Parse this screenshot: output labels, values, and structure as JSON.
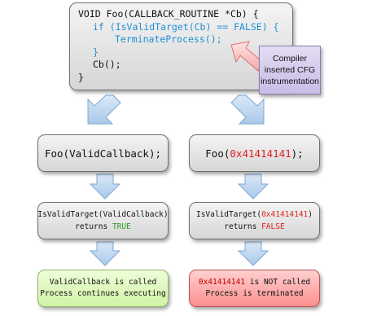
{
  "code": {
    "line1": "VOID Foo(CALLBACK_ROUTINE *Cb) {",
    "line2": "if (IsValidTarget(Cb) == FALSE) {",
    "line3": "TerminateProcess();",
    "line4": "}",
    "line5": "Cb();",
    "line6": "}"
  },
  "callout": {
    "line1": "Compiler",
    "line2": "inserted CFG",
    "line3": "instrumentation"
  },
  "left": {
    "call_prefix": "Foo(",
    "call_arg": "ValidCallback",
    "call_suffix": ");",
    "check_prefix": "IsValidTarget(",
    "check_arg": "ValidCallback",
    "check_suffix": ")",
    "returns_label": "returns",
    "returns_value": "TRUE",
    "result_line1": "ValidCallback is called",
    "result_line2": "Process continues executing"
  },
  "right": {
    "call_prefix": "Foo(",
    "call_arg": "0x41414141",
    "call_suffix": ");",
    "check_prefix": "IsValidTarget(",
    "check_arg": "0x41414141",
    "check_suffix": ")",
    "returns_label": "returns",
    "returns_value": "FALSE",
    "result_value": "0x41414141",
    "result_line1_rest": " is NOT called",
    "result_line2": "Process is terminated"
  },
  "colors": {
    "arrow_fill": "#bcd6f0",
    "arrow_stroke": "#7ea7d2",
    "callout_arrow_fill": "#f9c9c9",
    "callout_arrow_stroke": "#e07070",
    "code_blue": "#1f8fd6",
    "true_green": "#2da02d",
    "false_red": "#e02020"
  }
}
